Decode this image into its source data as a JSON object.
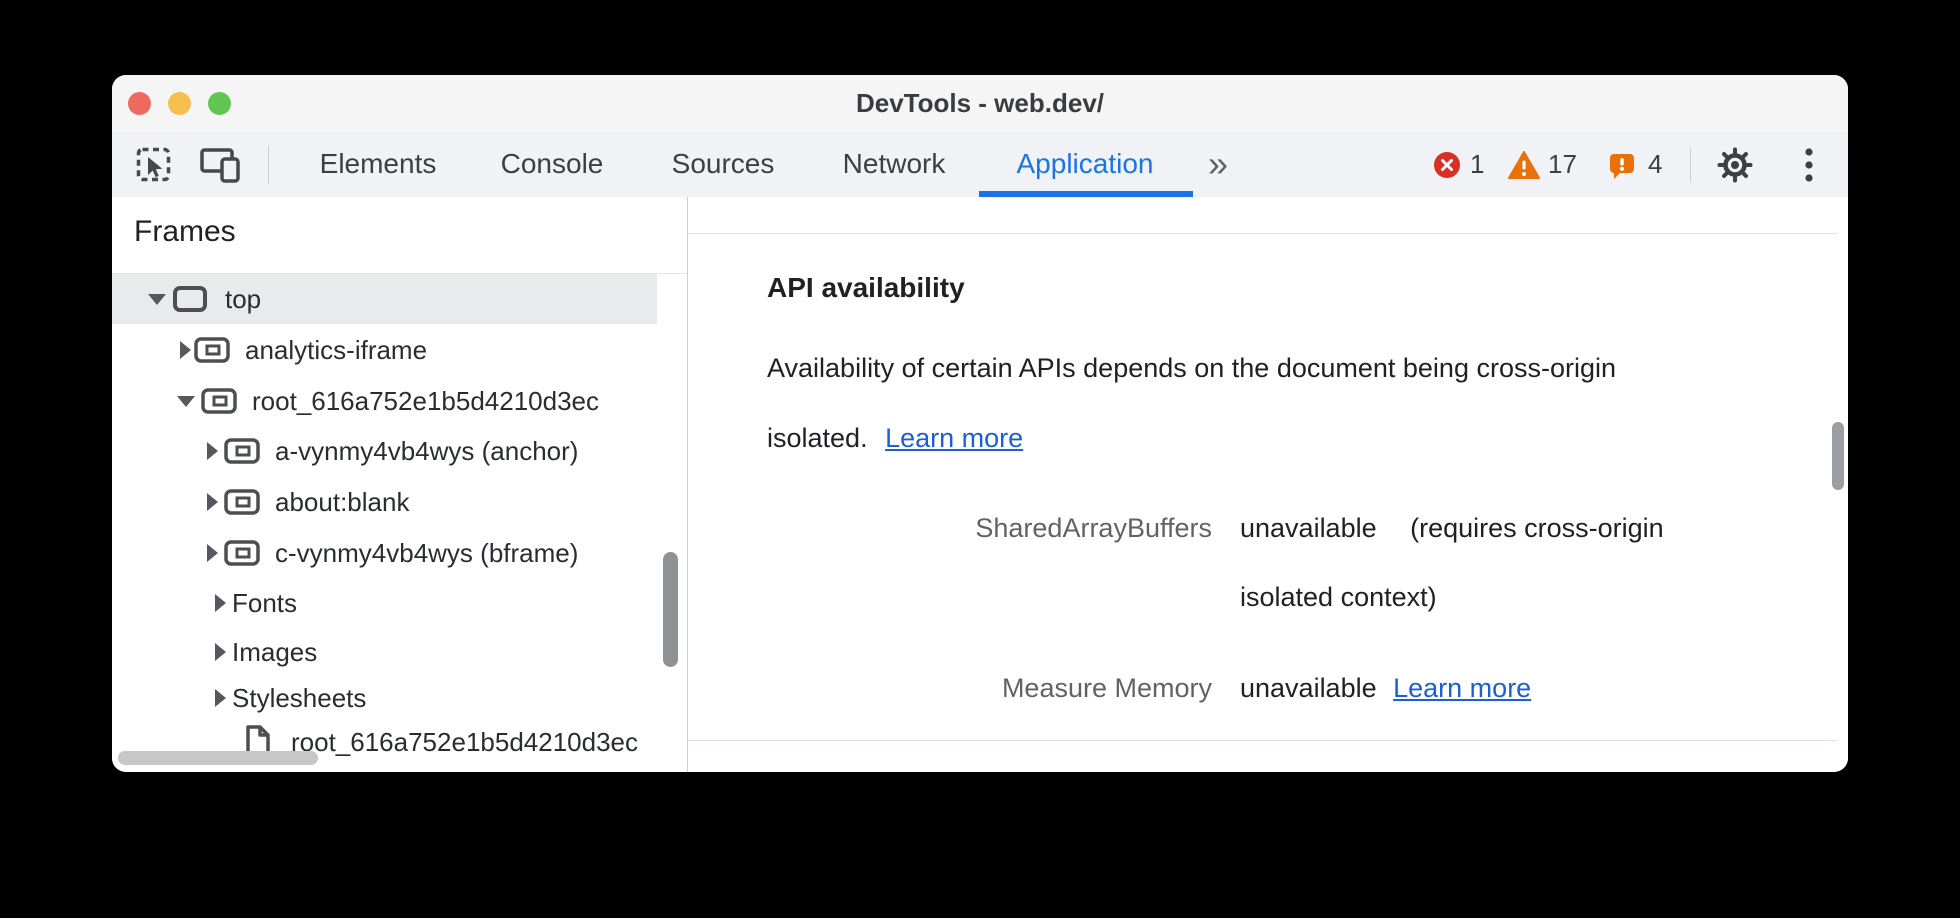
{
  "window": {
    "title": "DevTools - web.dev/"
  },
  "toolbar": {
    "tabs": [
      {
        "label": "Elements",
        "active": false
      },
      {
        "label": "Console",
        "active": false
      },
      {
        "label": "Sources",
        "active": false
      },
      {
        "label": "Network",
        "active": false
      },
      {
        "label": "Application",
        "active": true
      }
    ],
    "more_label": "»",
    "badges": {
      "errors": "1",
      "warnings": "17",
      "issues": "4"
    }
  },
  "sidebar": {
    "header": "Frames",
    "tree": [
      {
        "label": "top",
        "type": "frame",
        "state": "expanded",
        "selected": true
      },
      {
        "label": "analytics-iframe",
        "type": "iframe",
        "state": "collapsed"
      },
      {
        "label": "root_616a752e1b5d4210d3ec",
        "type": "iframe",
        "state": "expanded"
      },
      {
        "label": "a-vynmy4vb4wys (anchor)",
        "type": "iframe",
        "state": "collapsed"
      },
      {
        "label": "about:blank",
        "type": "iframe",
        "state": "collapsed"
      },
      {
        "label": "c-vynmy4vb4wys (bframe)",
        "type": "iframe",
        "state": "collapsed"
      },
      {
        "label": "Fonts",
        "type": "category",
        "state": "collapsed"
      },
      {
        "label": "Images",
        "type": "category",
        "state": "collapsed"
      },
      {
        "label": "Stylesheets",
        "type": "category",
        "state": "collapsed"
      },
      {
        "label": "root_616a752e1b5d4210d3ec",
        "type": "document"
      }
    ]
  },
  "main": {
    "heading": "API availability",
    "paragraph": {
      "line1": "Availability of certain APIs depends on the document being cross-origin",
      "line2_prefix": "isolated.",
      "link": "Learn more"
    },
    "rows": [
      {
        "name": "SharedArrayBuffers",
        "status": "unavailable",
        "note_line1": "(requires cross-origin",
        "note_line2": "isolated context)"
      },
      {
        "name": "Measure Memory",
        "status": "unavailable",
        "link": "Learn more"
      }
    ]
  },
  "colors": {
    "accent": "#1a73e8",
    "link": "#1b5fd6",
    "error": "#d93025",
    "warning": "#e8710a",
    "selected_row": "#e9eaeb"
  }
}
